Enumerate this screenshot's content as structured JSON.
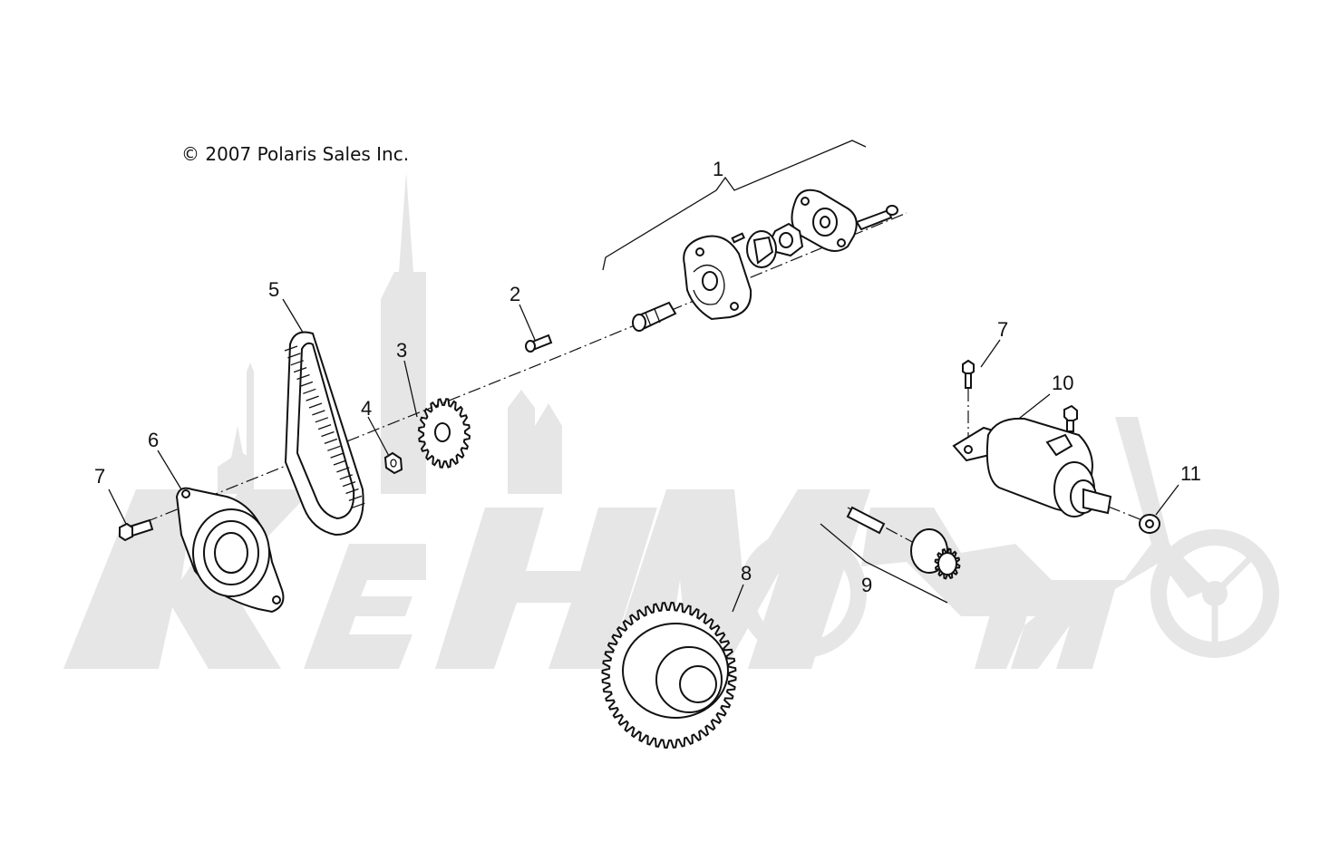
{
  "copyright": "© 2007 Polaris Sales Inc.",
  "callouts": [
    {
      "id": "c1",
      "label": "1"
    },
    {
      "id": "c2",
      "label": "2"
    },
    {
      "id": "c3",
      "label": "3"
    },
    {
      "id": "c4",
      "label": "4"
    },
    {
      "id": "c5",
      "label": "5"
    },
    {
      "id": "c6",
      "label": "6"
    },
    {
      "id": "c7a",
      "label": "7"
    },
    {
      "id": "c7b",
      "label": "7"
    },
    {
      "id": "c8",
      "label": "8"
    },
    {
      "id": "c9",
      "label": "9"
    },
    {
      "id": "c10",
      "label": "10"
    },
    {
      "id": "c11",
      "label": "11"
    }
  ],
  "colors": {
    "line": "#111111",
    "watermark": "#e6e6e6",
    "background": "#ffffff"
  }
}
